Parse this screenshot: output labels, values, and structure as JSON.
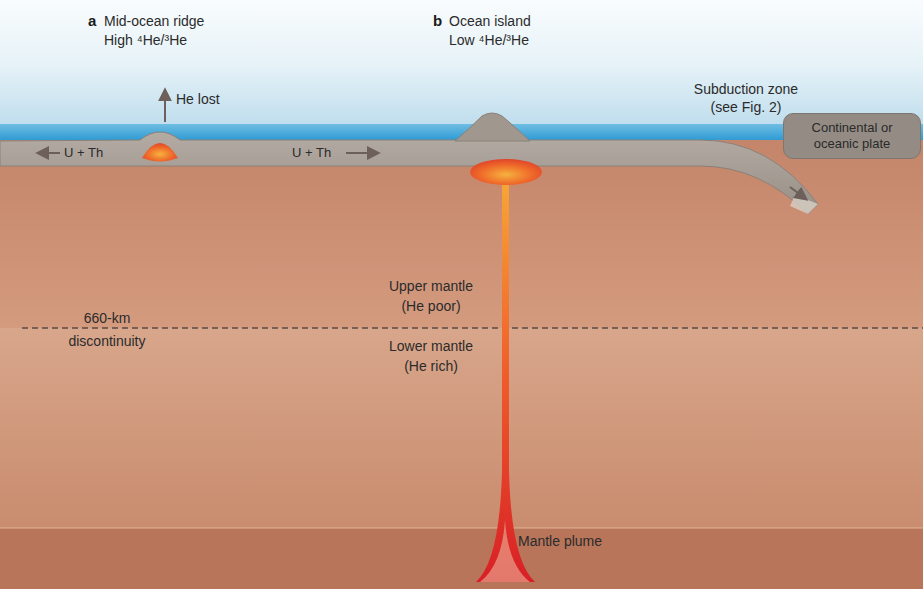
{
  "diagram": {
    "nodes": [
      {
        "text": [
          "Continental or oceanic plate"
        ]
      }
    ],
    "labels": [
      "a",
      "Mid-ocean ridge",
      "High ⁴He/³He",
      "He lost",
      "U + Th",
      "U + Th",
      "b",
      "Ocean island",
      "Low ⁴He/³He",
      "Subduction zone (see Fig. 2)",
      "660-km discontinuity",
      "Upper mantle (He poor)",
      "Lower mantle (He rich)",
      "Mantle plume"
    ]
  }
}
